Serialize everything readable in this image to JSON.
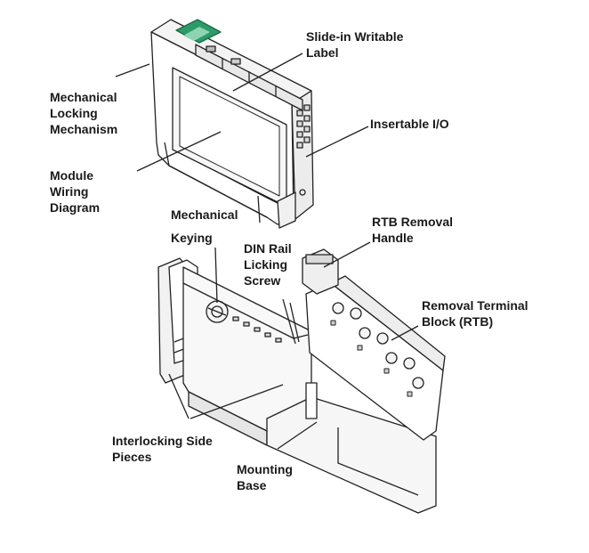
{
  "labels": {
    "slide_in_label": "Slide-in Writable\nLabel",
    "mech_locking": "Mechanical\nLocking\nMechanism",
    "insertable_io": "Insertable I/O",
    "module_wiring": "Module\nWiring\nDiagram",
    "mech_keying_1": "Mechanical",
    "mech_keying_2": "Keying",
    "din_rail": "DIN Rail\nLicking\nScrew",
    "rtb_handle": "RTB Removal\nHandle",
    "removal_tb": "Removal Terminal\nBlock (RTB)",
    "interlocking": "Interlocking Side\nPieces",
    "mounting_base": "Mounting\nBase"
  },
  "colors": {
    "accent_green": "#2e9a6a",
    "line": "#222222",
    "label_text": "#1a1a1a"
  }
}
